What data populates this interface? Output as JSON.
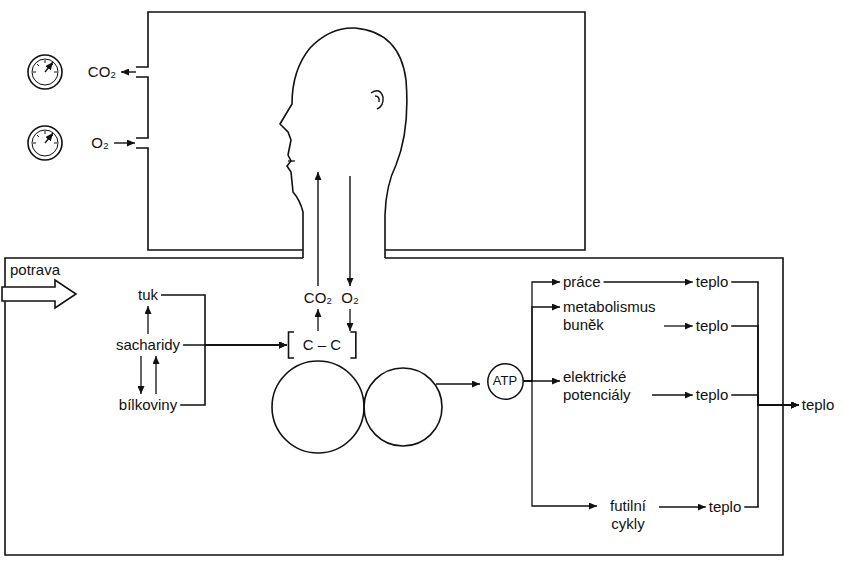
{
  "diagram": {
    "nodes": [
      {
        "text": [
          "tuk"
        ]
      },
      {
        "text": [
          "sacharidy"
        ]
      },
      {
        "text": [
          "bílkoviny"
        ]
      },
      {
        "text": [
          "C – C"
        ]
      },
      {
        "text": [
          "CO₂"
        ]
      },
      {
        "text": [
          "O₂"
        ]
      },
      {
        "text": [
          "ATP"
        ]
      },
      {
        "text": [
          "práce"
        ]
      },
      {
        "text": [
          "teplo"
        ]
      },
      {
        "text": [
          "metabolismus buněk"
        ]
      },
      {
        "text": [
          "teplo"
        ]
      },
      {
        "text": [
          "elektrické potenciály"
        ]
      },
      {
        "text": [
          "teplo"
        ]
      },
      {
        "text": [
          "futilní cykly"
        ]
      },
      {
        "text": [
          "teplo"
        ]
      },
      {
        "text": [
          "teplo"
        ]
      }
    ],
    "edges": [
      {
        "from": 1,
        "to": 0,
        "arrow": "to"
      },
      {
        "from": 1,
        "to": 2,
        "arrow": "to"
      },
      {
        "from": 2,
        "to": 1,
        "arrow": "to"
      },
      {
        "from": 0,
        "to": 3,
        "arrow": "to"
      },
      {
        "from": 1,
        "to": 3,
        "arrow": "to"
      },
      {
        "from": 2,
        "to": 3,
        "arrow": "to"
      },
      {
        "from": 3,
        "to": 4,
        "arrow": "to"
      },
      {
        "from": 5,
        "to": 3,
        "arrow": "to"
      },
      {
        "from": 6,
        "to": 7,
        "arrow": "to"
      },
      {
        "from": 6,
        "to": 9,
        "arrow": "to"
      },
      {
        "from": 6,
        "to": 11,
        "arrow": "to"
      },
      {
        "from": 6,
        "to": 13,
        "arrow": "to"
      },
      {
        "from": 7,
        "to": 8,
        "arrow": "to"
      },
      {
        "from": 9,
        "to": 10,
        "arrow": "to"
      },
      {
        "from": 11,
        "to": 12,
        "arrow": "to"
      },
      {
        "from": 13,
        "to": 14,
        "arrow": "to"
      },
      {
        "from": 8,
        "to": 15,
        "arrow": "to"
      },
      {
        "from": 10,
        "to": 15,
        "arrow": "to"
      },
      {
        "from": 12,
        "to": 15,
        "arrow": "to"
      },
      {
        "from": 14,
        "to": 15,
        "arrow": "to"
      }
    ],
    "labels": [
      "CO₂",
      "O₂",
      "potrava"
    ]
  }
}
